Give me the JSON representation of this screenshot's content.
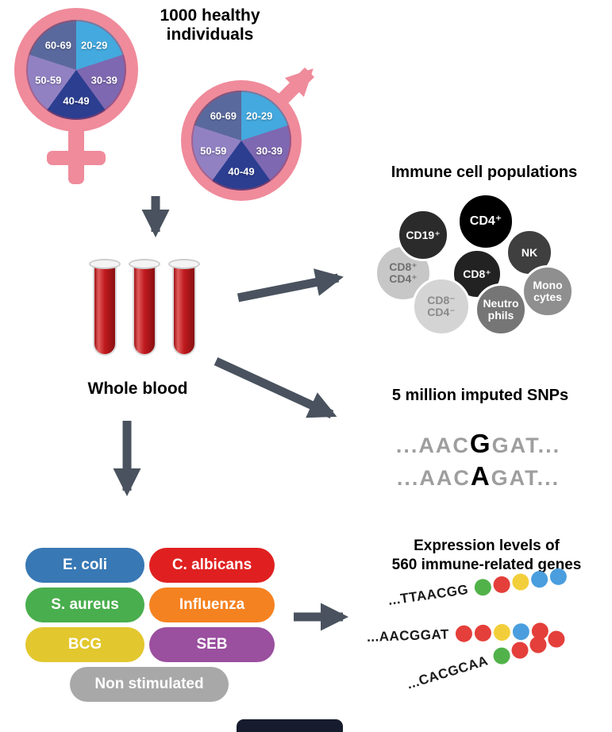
{
  "header": {
    "title": "1000 healthy\nindividuals"
  },
  "demographics": {
    "female_symbol": "female",
    "male_symbol": "male",
    "symbol_color": "#ef8b9b",
    "age_groups": [
      {
        "label": "20-29",
        "color": "#44a9de",
        "from": 0,
        "to": 72
      },
      {
        "label": "30-39",
        "color": "#7e68b1",
        "from": 72,
        "to": 144
      },
      {
        "label": "40-49",
        "color": "#2c3e90",
        "from": 144,
        "to": 216
      },
      {
        "label": "50-59",
        "color": "#9181c3",
        "from": 216,
        "to": 288
      },
      {
        "label": "60-69",
        "color": "#5a699d",
        "from": 288,
        "to": 360
      }
    ]
  },
  "blood": {
    "label": "Whole blood",
    "tube_count": 3
  },
  "immune_cells": {
    "title": "Immune cell populations",
    "cells": [
      {
        "label": "CD8⁺\nCD4⁺",
        "color": "#c7c7c7",
        "text_color": "#6f6f6f"
      },
      {
        "label": "CD19⁺",
        "color": "#2b2b2b",
        "text_color": "#ffffff"
      },
      {
        "label": "NK",
        "color": "#3f3f3f",
        "text_color": "#ffffff"
      },
      {
        "label": "CD4⁺",
        "color": "#000000",
        "text_color": "#ffffff"
      },
      {
        "label": "CD8⁺",
        "color": "#222222",
        "text_color": "#ffffff"
      },
      {
        "label": "CD8⁻\nCD4⁻",
        "color": "#d4d4d4",
        "text_color": "#8a8a8a"
      },
      {
        "label": "Mono\ncytes",
        "color": "#8f8f8f",
        "text_color": "#ffffff"
      },
      {
        "label": "Neutro\nphils",
        "color": "#767676",
        "text_color": "#ffffff"
      }
    ]
  },
  "snps": {
    "title": "5 million imputed SNPs",
    "sequences": [
      {
        "prefix": "...AAC",
        "allele": "G",
        "suffix": "GAT..."
      },
      {
        "prefix": "...AAC",
        "allele": "A",
        "suffix": "GAT..."
      }
    ]
  },
  "stimulations": [
    {
      "label": "E. coli",
      "color": "#3878b4"
    },
    {
      "label": "C. albicans",
      "color": "#e02020"
    },
    {
      "label": "S. aureus",
      "color": "#49ae4d"
    },
    {
      "label": "Influenza",
      "color": "#f58220"
    },
    {
      "label": "BCG",
      "color": "#e2c72e"
    },
    {
      "label": "SEB",
      "color": "#9a4f9f"
    },
    {
      "label": "Non stimulated",
      "color": "#a8a8a8"
    }
  ],
  "expression": {
    "title": "Expression levels of\n560 immune-related genes",
    "rows": [
      {
        "sequence": "...TTAACGG",
        "beads": [
          "#52b24a",
          "#e43f3a",
          "#f2cf3a",
          "#4a9ede",
          "#4a9ede"
        ]
      },
      {
        "sequence": "...AACGGAT",
        "beads": [
          "#e43f3a",
          "#e43f3a",
          "#f2cf3a",
          "#4a9ede",
          "#e43f3a"
        ]
      },
      {
        "sequence": "...CACGCAA",
        "beads": [
          "#52b24a",
          "#e43f3a",
          "#e43f3a",
          "#e43f3a"
        ]
      }
    ]
  },
  "arrow_color": "#49525e"
}
